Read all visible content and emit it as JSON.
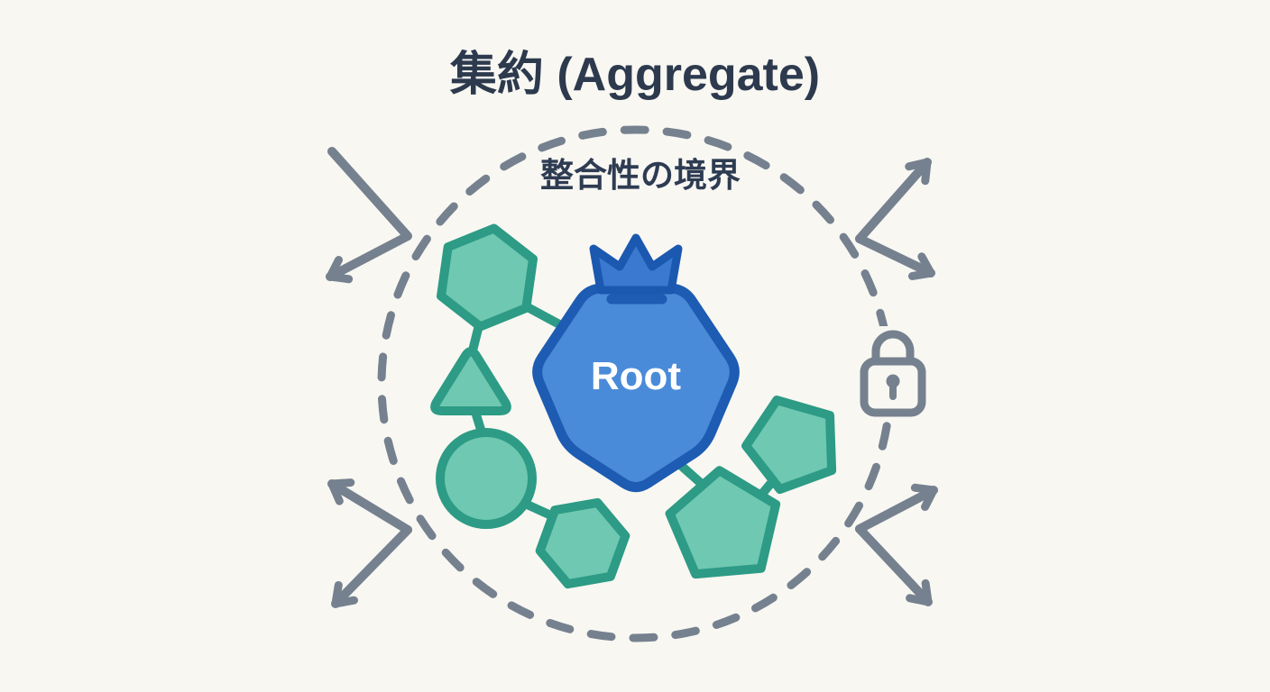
{
  "title": "集約 (Aggregate)",
  "diagram": {
    "boundary_label": "整合性の境界",
    "root_label": "Root",
    "entities": [
      {
        "shape": "hexagon",
        "area": "upper-left"
      },
      {
        "shape": "triangle",
        "area": "left"
      },
      {
        "shape": "circle",
        "area": "lower-left"
      },
      {
        "shape": "hexagon",
        "area": "bottom-center"
      },
      {
        "shape": "pentagon",
        "area": "bottom-right"
      },
      {
        "shape": "pentagon",
        "area": "right"
      }
    ]
  },
  "icons": {
    "crown": "crown-icon",
    "lock": "lock-icon",
    "arrows": [
      "arrow-top-left",
      "arrow-top-right",
      "arrow-bottom-left",
      "arrow-bottom-right"
    ]
  },
  "colors": {
    "background": "#f8f7f2",
    "title_text": "#2d3a4e",
    "boundary_label_text": "#2e3c52",
    "boundary_dash": "#76818f",
    "arrow": "#76818f",
    "lock": "#76818f",
    "entity_fill": "#6fc8b1",
    "entity_stroke": "#2d9b85",
    "root_fill": "#4a8bd9",
    "root_stroke": "#1d5cb2",
    "crown_fill": "#3b79d1",
    "crown_stroke": "#1b58b0",
    "root_text": "#ffffff"
  }
}
